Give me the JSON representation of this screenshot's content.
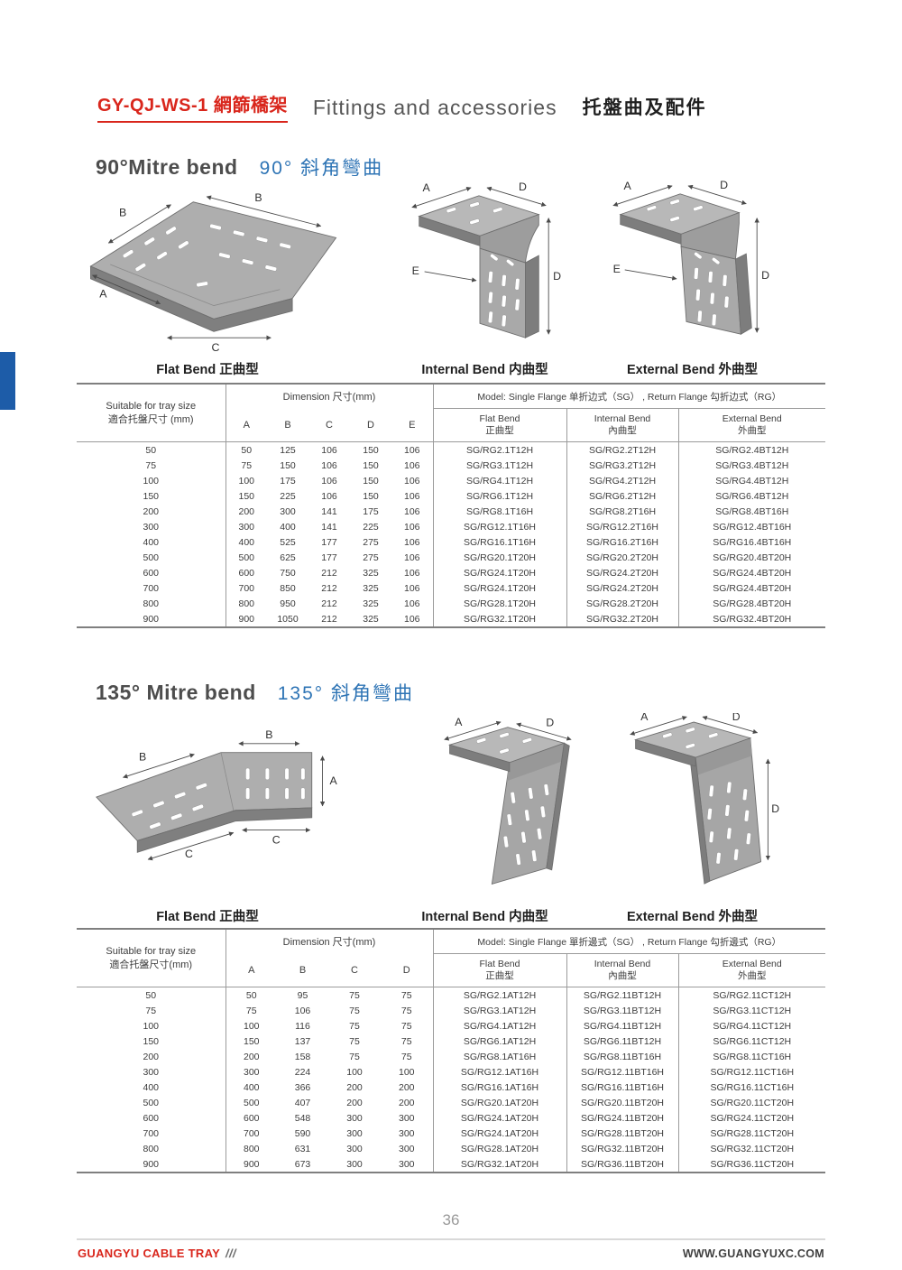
{
  "header": {
    "model_code": "GY-QJ-WS-1 網篩橋架",
    "title_en": "Fittings and accessories",
    "title_zh": "托盤曲及配件"
  },
  "footer": {
    "brand": "GUANGYU CABLE TRAY",
    "brand_suffix": "///",
    "page_number": "36",
    "website": "WWW.GUANGYUXC.COM"
  },
  "sections": [
    {
      "title_en": "90°Mitre bend",
      "title_zh": "90° 斜角彎曲",
      "captions": [
        "Flat Bend 正曲型",
        "Internal Bend 内曲型",
        "External Bend 外曲型"
      ],
      "diagram_labels": {
        "flat": [
          "B",
          "B",
          "A",
          "C"
        ],
        "internal": [
          "A",
          "D",
          "E",
          "D"
        ],
        "external": [
          "A",
          "D",
          "E",
          "D"
        ]
      },
      "table": {
        "size_header_en": "Suitable for tray size",
        "size_header_zh": "適合托盤尺寸 (mm)",
        "dim_header": "Dimension 尺寸(mm)",
        "dim_cols": [
          "A",
          "B",
          "C",
          "D",
          "E"
        ],
        "model_header": "Model: Single Flange 单折边式（SG） , Return Flange 勾折边式（RG）",
        "model_cols": [
          {
            "en": "Flat Bend",
            "zh": "正曲型"
          },
          {
            "en": "Internal Bend",
            "zh": "內曲型"
          },
          {
            "en": "External Bend",
            "zh": "外曲型"
          }
        ],
        "rows": [
          {
            "size": "50",
            "dims": [
              "50",
              "125",
              "106",
              "150",
              "106"
            ],
            "models": [
              "SG/RG2.1T12H",
              "SG/RG2.2T12H",
              "SG/RG2.4BT12H"
            ]
          },
          {
            "size": "75",
            "dims": [
              "75",
              "150",
              "106",
              "150",
              "106"
            ],
            "models": [
              "SG/RG3.1T12H",
              "SG/RG3.2T12H",
              "SG/RG3.4BT12H"
            ]
          },
          {
            "size": "100",
            "dims": [
              "100",
              "175",
              "106",
              "150",
              "106"
            ],
            "models": [
              "SG/RG4.1T12H",
              "SG/RG4.2T12H",
              "SG/RG4.4BT12H"
            ]
          },
          {
            "size": "150",
            "dims": [
              "150",
              "225",
              "106",
              "150",
              "106"
            ],
            "models": [
              "SG/RG6.1T12H",
              "SG/RG6.2T12H",
              "SG/RG6.4BT12H"
            ]
          },
          {
            "size": "200",
            "dims": [
              "200",
              "300",
              "141",
              "175",
              "106"
            ],
            "models": [
              "SG/RG8.1T16H",
              "SG/RG8.2T16H",
              "SG/RG8.4BT16H"
            ]
          },
          {
            "size": "300",
            "dims": [
              "300",
              "400",
              "141",
              "225",
              "106"
            ],
            "models": [
              "SG/RG12.1T16H",
              "SG/RG12.2T16H",
              "SG/RG12.4BT16H"
            ]
          },
          {
            "size": "400",
            "dims": [
              "400",
              "525",
              "177",
              "275",
              "106"
            ],
            "models": [
              "SG/RG16.1T16H",
              "SG/RG16.2T16H",
              "SG/RG16.4BT16H"
            ]
          },
          {
            "size": "500",
            "dims": [
              "500",
              "625",
              "177",
              "275",
              "106"
            ],
            "models": [
              "SG/RG20.1T20H",
              "SG/RG20.2T20H",
              "SG/RG20.4BT20H"
            ]
          },
          {
            "size": "600",
            "dims": [
              "600",
              "750",
              "212",
              "325",
              "106"
            ],
            "models": [
              "SG/RG24.1T20H",
              "SG/RG24.2T20H",
              "SG/RG24.4BT20H"
            ]
          },
          {
            "size": "700",
            "dims": [
              "700",
              "850",
              "212",
              "325",
              "106"
            ],
            "models": [
              "SG/RG24.1T20H",
              "SG/RG24.2T20H",
              "SG/RG24.4BT20H"
            ]
          },
          {
            "size": "800",
            "dims": [
              "800",
              "950",
              "212",
              "325",
              "106"
            ],
            "models": [
              "SG/RG28.1T20H",
              "SG/RG28.2T20H",
              "SG/RG28.4BT20H"
            ]
          },
          {
            "size": "900",
            "dims": [
              "900",
              "1050",
              "212",
              "325",
              "106"
            ],
            "models": [
              "SG/RG32.1T20H",
              "SG/RG32.2T20H",
              "SG/RG32.4BT20H"
            ]
          }
        ]
      }
    },
    {
      "title_en": "135° Mitre bend",
      "title_zh": "135° 斜角彎曲",
      "captions": [
        "Flat Bend 正曲型",
        "Internal Bend 内曲型",
        "External Bend 外曲型"
      ],
      "diagram_labels": {
        "flat": [
          "B",
          "B",
          "A",
          "C",
          "C"
        ],
        "internal": [
          "A",
          "D"
        ],
        "external": [
          "A",
          "D",
          "D"
        ]
      },
      "table": {
        "size_header_en": "Suitable for tray size",
        "size_header_zh": "適合托盤尺寸(mm)",
        "dim_header": "Dimension 尺寸(mm)",
        "dim_cols": [
          "A",
          "B",
          "C",
          "D"
        ],
        "model_header": "Model: Single Flange 單折邊式（SG） , Return Flange 勾折邊式（RG）",
        "model_cols": [
          {
            "en": "Flat Bend",
            "zh": "正曲型"
          },
          {
            "en": "Internal Bend",
            "zh": "內曲型"
          },
          {
            "en": "External Bend",
            "zh": "外曲型"
          }
        ],
        "rows": [
          {
            "size": "50",
            "dims": [
              "50",
              "95",
              "75",
              "75"
            ],
            "models": [
              "SG/RG2.1AT12H",
              "SG/RG2.11BT12H",
              "SG/RG2.11CT12H"
            ]
          },
          {
            "size": "75",
            "dims": [
              "75",
              "106",
              "75",
              "75"
            ],
            "models": [
              "SG/RG3.1AT12H",
              "SG/RG3.11BT12H",
              "SG/RG3.11CT12H"
            ]
          },
          {
            "size": "100",
            "dims": [
              "100",
              "116",
              "75",
              "75"
            ],
            "models": [
              "SG/RG4.1AT12H",
              "SG/RG4.11BT12H",
              "SG/RG4.11CT12H"
            ]
          },
          {
            "size": "150",
            "dims": [
              "150",
              "137",
              "75",
              "75"
            ],
            "models": [
              "SG/RG6.1AT12H",
              "SG/RG6.11BT12H",
              "SG/RG6.11CT12H"
            ]
          },
          {
            "size": "200",
            "dims": [
              "200",
              "158",
              "75",
              "75"
            ],
            "models": [
              "SG/RG8.1AT16H",
              "SG/RG8.11BT16H",
              "SG/RG8.11CT16H"
            ]
          },
          {
            "size": "300",
            "dims": [
              "300",
              "224",
              "100",
              "100"
            ],
            "models": [
              "SG/RG12.1AT16H",
              "SG/RG12.11BT16H",
              "SG/RG12.11CT16H"
            ]
          },
          {
            "size": "400",
            "dims": [
              "400",
              "366",
              "200",
              "200"
            ],
            "models": [
              "SG/RG16.1AT16H",
              "SG/RG16.11BT16H",
              "SG/RG16.11CT16H"
            ]
          },
          {
            "size": "500",
            "dims": [
              "500",
              "407",
              "200",
              "200"
            ],
            "models": [
              "SG/RG20.1AT20H",
              "SG/RG20.11BT20H",
              "SG/RG20.11CT20H"
            ]
          },
          {
            "size": "600",
            "dims": [
              "600",
              "548",
              "300",
              "300"
            ],
            "models": [
              "SG/RG24.1AT20H",
              "SG/RG24.11BT20H",
              "SG/RG24.11CT20H"
            ]
          },
          {
            "size": "700",
            "dims": [
              "700",
              "590",
              "300",
              "300"
            ],
            "models": [
              "SG/RG24.1AT20H",
              "SG/RG28.11BT20H",
              "SG/RG28.11CT20H"
            ]
          },
          {
            "size": "800",
            "dims": [
              "800",
              "631",
              "300",
              "300"
            ],
            "models": [
              "SG/RG28.1AT20H",
              "SG/RG32.11BT20H",
              "SG/RG32.11CT20H"
            ]
          },
          {
            "size": "900",
            "dims": [
              "900",
              "673",
              "300",
              "300"
            ],
            "models": [
              "SG/RG32.1AT20H",
              "SG/RG36.11BT20H",
              "SG/RG36.11CT20H"
            ]
          }
        ]
      }
    }
  ]
}
